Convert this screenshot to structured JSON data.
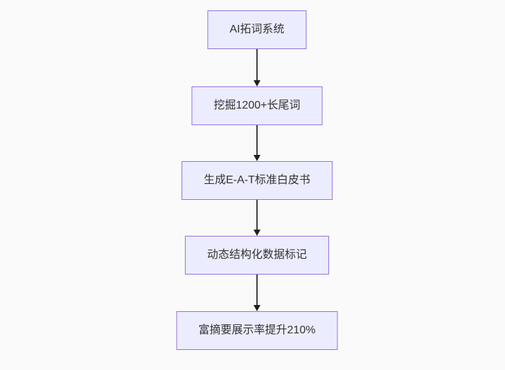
{
  "diagram": {
    "type": "flowchart-top-down",
    "background_color": "#fafafa",
    "node_fill_color": "#ECECFF",
    "node_border_color": "#9370DB",
    "node_text_color": "#333333",
    "edge_color": "#333333",
    "nodes": [
      {
        "id": "A",
        "label": "AI拓词系统"
      },
      {
        "id": "B",
        "label": "挖掘1200+长尾词"
      },
      {
        "id": "C",
        "label": "生成E-A-T标准白皮书"
      },
      {
        "id": "D",
        "label": "动态结构化数据标记"
      },
      {
        "id": "E",
        "label": "富摘要展示率提升210%"
      }
    ],
    "edges": [
      {
        "from": "A",
        "to": "B"
      },
      {
        "from": "B",
        "to": "C"
      },
      {
        "from": "C",
        "to": "D"
      },
      {
        "from": "D",
        "to": "E"
      }
    ]
  }
}
